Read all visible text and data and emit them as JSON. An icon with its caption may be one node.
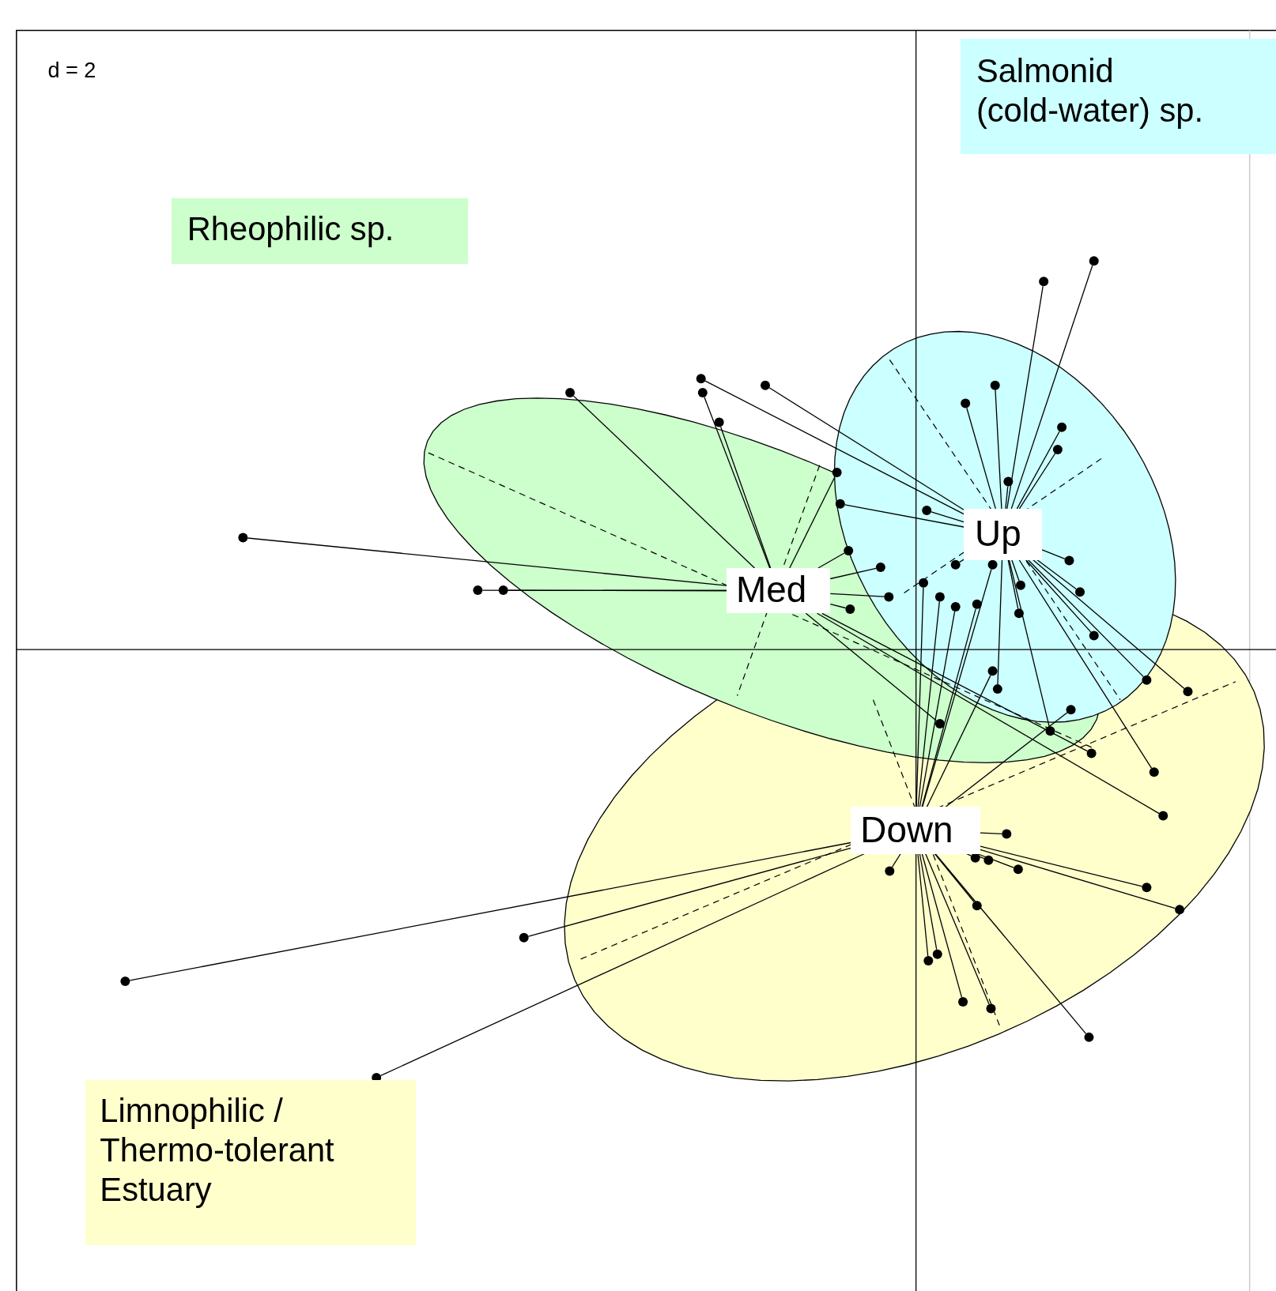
{
  "diagram": {
    "nodes": [
      {
        "text": [
          "Salmonid (cold-water) sp."
        ]
      },
      {
        "text": [
          "Rheophilic sp."
        ]
      },
      {
        "text": [
          "Limnophilic / Thermo-tolerant Estuary"
        ]
      },
      {
        "text": [
          "Up"
        ]
      },
      {
        "text": [
          "Med"
        ]
      },
      {
        "text": [
          "Down"
        ]
      },
      {
        "text": [],
        "shape": "circle"
      },
      {
        "text": [],
        "shape": "circle"
      },
      {
        "text": [],
        "shape": "circle"
      },
      {
        "text": [],
        "shape": "circle"
      },
      {
        "text": [],
        "shape": "circle"
      },
      {
        "text": [],
        "shape": "circle"
      },
      {
        "text": [],
        "shape": "circle"
      },
      {
        "text": [],
        "shape": "circle"
      },
      {
        "text": [],
        "shape": "circle"
      },
      {
        "text": [],
        "shape": "circle"
      },
      {
        "text": [],
        "shape": "circle"
      },
      {
        "text": [],
        "shape": "circle"
      },
      {
        "text": [],
        "shape": "circle"
      },
      {
        "text": [],
        "shape": "circle"
      },
      {
        "text": [],
        "shape": "circle"
      },
      {
        "text": [],
        "shape": "circle"
      },
      {
        "text": [],
        "shape": "circle"
      },
      {
        "text": [],
        "shape": "circle"
      },
      {
        "text": [],
        "shape": "circle"
      },
      {
        "text": [],
        "shape": "circle"
      },
      {
        "text": [],
        "shape": "circle"
      },
      {
        "text": [],
        "shape": "circle"
      },
      {
        "text": [],
        "shape": "circle"
      },
      {
        "text": [],
        "shape": "circle"
      },
      {
        "text": [],
        "shape": "circle"
      },
      {
        "text": [],
        "shape": "circle"
      },
      {
        "text": [],
        "shape": "circle"
      },
      {
        "text": [],
        "shape": "circle"
      },
      {
        "text": [],
        "shape": "circle"
      },
      {
        "text": [],
        "shape": "circle"
      },
      {
        "text": [],
        "shape": "circle"
      },
      {
        "text": [],
        "shape": "circle"
      },
      {
        "text": [],
        "shape": "circle"
      },
      {
        "text": [],
        "shape": "circle"
      },
      {
        "text": [],
        "shape": "circle"
      },
      {
        "text": [],
        "shape": "circle"
      },
      {
        "text": [],
        "shape": "circle"
      },
      {
        "text": [],
        "shape": "circle"
      },
      {
        "text": [],
        "shape": "circle"
      },
      {
        "text": [],
        "shape": "circle"
      },
      {
        "text": [],
        "shape": "circle"
      },
      {
        "text": [],
        "shape": "circle"
      },
      {
        "text": [],
        "shape": "circle"
      },
      {
        "text": [],
        "shape": "circle"
      },
      {
        "text": [],
        "shape": "circle"
      },
      {
        "text": [],
        "shape": "circle"
      },
      {
        "text": [],
        "shape": "circle"
      },
      {
        "text": [],
        "shape": "circle"
      },
      {
        "text": [],
        "shape": "circle"
      },
      {
        "text": [],
        "shape": "circle"
      },
      {
        "text": [],
        "shape": "circle"
      },
      {
        "text": [],
        "shape": "circle"
      },
      {
        "text": [],
        "shape": "circle"
      },
      {
        "text": [],
        "shape": "circle"
      },
      {
        "text": [],
        "shape": "circle"
      },
      {
        "text": [],
        "shape": "circle"
      },
      {
        "text": [],
        "shape": "circle"
      },
      {
        "text": [],
        "shape": "circle"
      },
      {
        "text": [],
        "shape": "circle"
      }
    ],
    "edges": [
      {
        "from": 3,
        "to": 6,
        "arrow": "none"
      },
      {
        "from": 3,
        "to": 7,
        "arrow": "none"
      },
      {
        "from": 3,
        "to": 8,
        "arrow": "none"
      },
      {
        "from": 3,
        "to": 9,
        "arrow": "none"
      },
      {
        "from": 3,
        "to": 10,
        "arrow": "none"
      },
      {
        "from": 3,
        "to": 11,
        "arrow": "none"
      },
      {
        "from": 3,
        "to": 12,
        "arrow": "none"
      },
      {
        "from": 3,
        "to": 13,
        "arrow": "none"
      },
      {
        "from": 3,
        "to": 14,
        "arrow": "none"
      },
      {
        "from": 3,
        "to": 15,
        "arrow": "none"
      },
      {
        "from": 3,
        "to": 16,
        "arrow": "none"
      },
      {
        "from": 3,
        "to": 17,
        "arrow": "none"
      },
      {
        "from": 3,
        "to": 18,
        "arrow": "none"
      },
      {
        "from": 3,
        "to": 19,
        "arrow": "none"
      },
      {
        "from": 3,
        "to": 20,
        "arrow": "none"
      },
      {
        "from": 3,
        "to": 21,
        "arrow": "none"
      },
      {
        "from": 3,
        "to": 22,
        "arrow": "none"
      },
      {
        "from": 3,
        "to": 23,
        "arrow": "none"
      },
      {
        "from": 3,
        "to": 24,
        "arrow": "none"
      },
      {
        "from": 5,
        "to": 25,
        "arrow": "none"
      },
      {
        "from": 3,
        "to": 26,
        "arrow": "none"
      },
      {
        "from": 3,
        "to": 27,
        "arrow": "none"
      },
      {
        "from": 3,
        "to": 28,
        "arrow": "none"
      },
      {
        "from": 4,
        "to": 29,
        "arrow": "none"
      },
      {
        "from": 4,
        "to": 30,
        "arrow": "none"
      },
      {
        "from": 4,
        "to": 31,
        "arrow": "none"
      },
      {
        "from": 4,
        "to": 32,
        "arrow": "none"
      },
      {
        "from": 4,
        "to": 33,
        "arrow": "none"
      },
      {
        "from": 4,
        "to": 34,
        "arrow": "none"
      },
      {
        "from": 4,
        "to": 35,
        "arrow": "none"
      },
      {
        "from": 4,
        "to": 36,
        "arrow": "none"
      },
      {
        "from": 4,
        "to": 37,
        "arrow": "none"
      },
      {
        "from": 4,
        "to": 38,
        "arrow": "none"
      },
      {
        "from": 4,
        "to": 39,
        "arrow": "none"
      },
      {
        "from": 4,
        "to": 40,
        "arrow": "none"
      },
      {
        "from": 4,
        "to": 41,
        "arrow": "none"
      },
      {
        "from": 4,
        "to": 42,
        "arrow": "none"
      },
      {
        "from": 5,
        "to": 43,
        "arrow": "none"
      },
      {
        "from": 5,
        "to": 44,
        "arrow": "none"
      },
      {
        "from": 5,
        "to": 45,
        "arrow": "none"
      },
      {
        "from": 5,
        "to": 46,
        "arrow": "none"
      },
      {
        "from": 5,
        "to": 47,
        "arrow": "none"
      },
      {
        "from": 5,
        "to": 48,
        "arrow": "none"
      },
      {
        "from": 5,
        "to": 49,
        "arrow": "none"
      },
      {
        "from": 5,
        "to": 50,
        "arrow": "none"
      },
      {
        "from": 5,
        "to": 51,
        "arrow": "none"
      },
      {
        "from": 5,
        "to": 52,
        "arrow": "none"
      },
      {
        "from": 5,
        "to": 53,
        "arrow": "none"
      },
      {
        "from": 5,
        "to": 54,
        "arrow": "none"
      },
      {
        "from": 5,
        "to": 55,
        "arrow": "none"
      },
      {
        "from": 5,
        "to": 56,
        "arrow": "none"
      },
      {
        "from": 5,
        "to": 57,
        "arrow": "none"
      },
      {
        "from": 5,
        "to": 58,
        "arrow": "none"
      },
      {
        "from": 5,
        "to": 59,
        "arrow": "none"
      },
      {
        "from": 5,
        "to": 60,
        "arrow": "none"
      },
      {
        "from": 5,
        "to": 61,
        "arrow": "none"
      },
      {
        "from": 5,
        "to": 62,
        "arrow": "none"
      },
      {
        "from": 5,
        "to": 63,
        "arrow": "none"
      },
      {
        "from": 5,
        "to": 64,
        "arrow": "none"
      }
    ],
    "labels": [
      "d = 2"
    ]
  }
}
